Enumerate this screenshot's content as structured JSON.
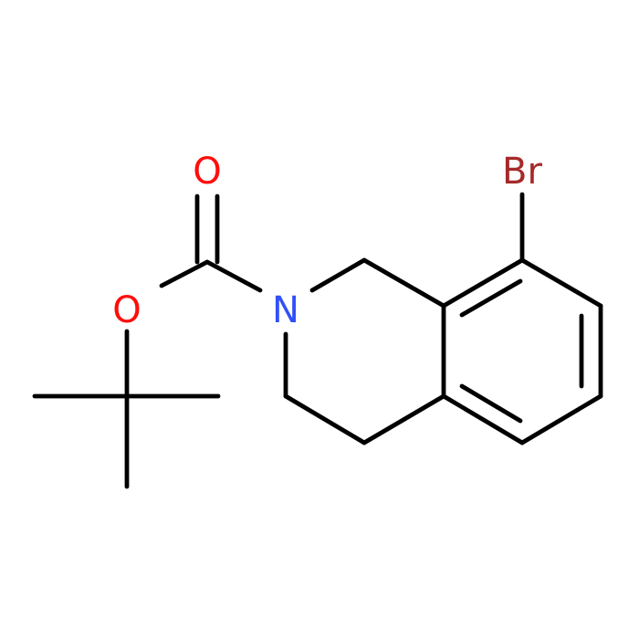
{
  "atoms": [
    {
      "id": "O_carbonyl",
      "symbol": "O",
      "color": "#ff0d0d"
    },
    {
      "id": "O_ester",
      "symbol": "O",
      "color": "#ff0d0d"
    },
    {
      "id": "N_ring",
      "symbol": "N",
      "color": "#3050f8"
    },
    {
      "id": "Br",
      "symbol": "Br",
      "color": "#a62929"
    }
  ],
  "bond_color": "#000000"
}
